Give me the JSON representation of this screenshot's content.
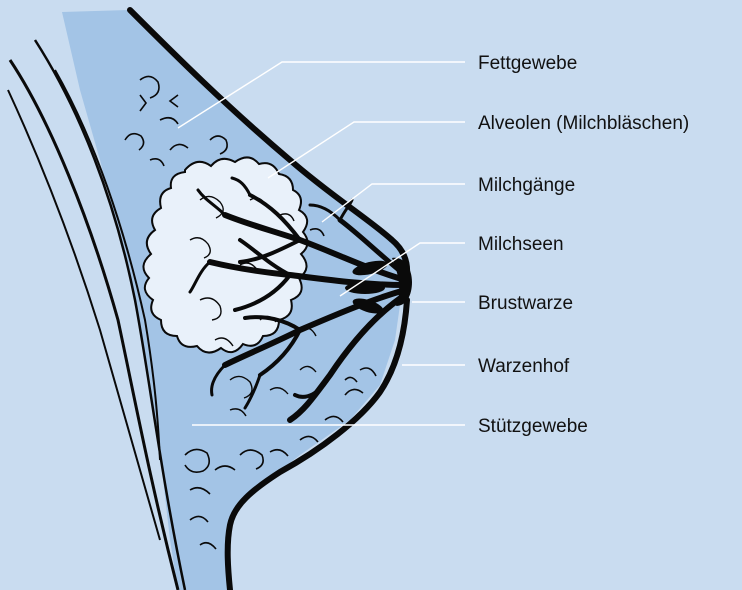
{
  "colors": {
    "background": "#c9dcf0",
    "fat_tissue": "#a3c4e6",
    "gland_tissue": "#e9f1fa",
    "duct": "#0a0a0a",
    "outline": "#0a0a0a",
    "leader_line": "#ffffff"
  },
  "labels": {
    "fettgewebe": "Fettgewebe",
    "alveolen": "Alveolen (Milchbläschen)",
    "milchgaenge": "Milchgänge",
    "milchseen": "Milchseen",
    "brustwarze": "Brustwarze",
    "warzenhof": "Warzenhof",
    "stuetzgewebe": "Stützgewebe"
  }
}
